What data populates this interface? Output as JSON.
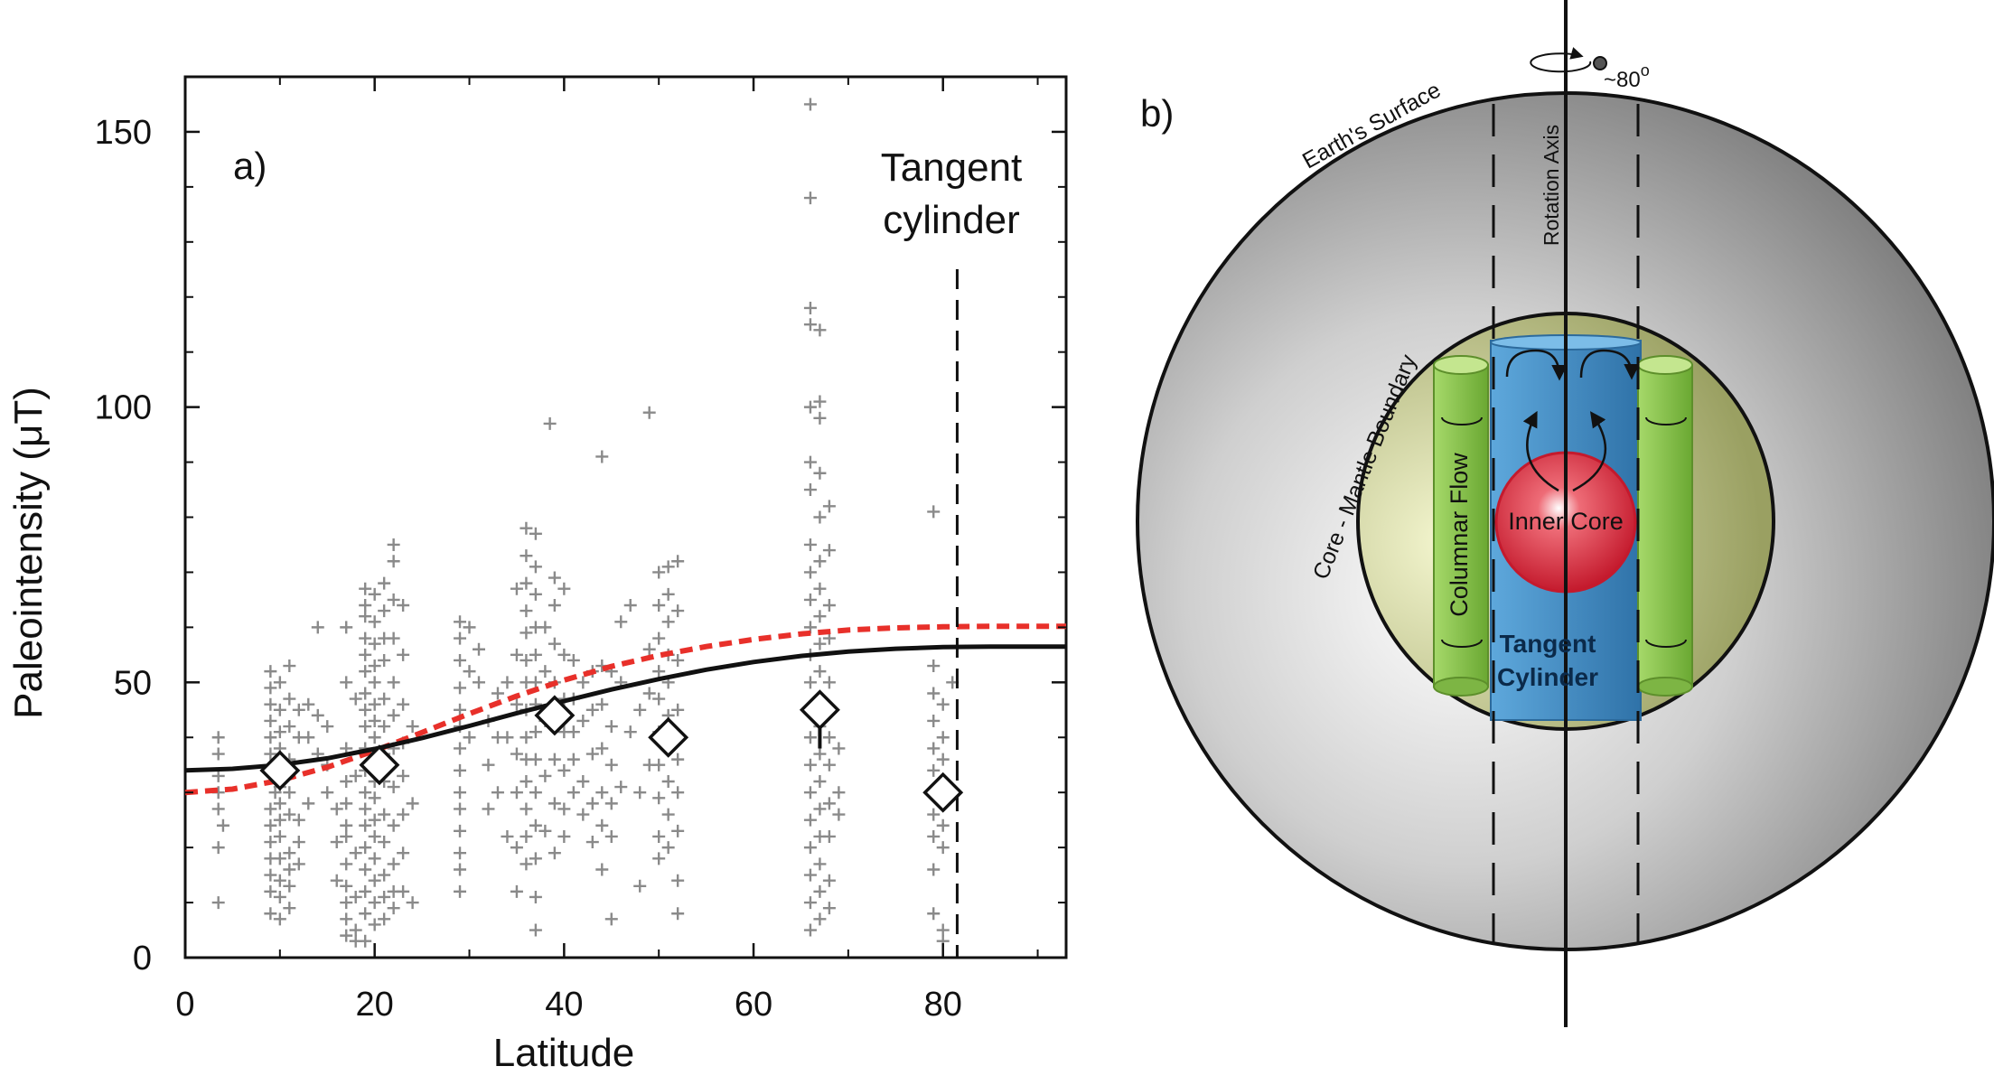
{
  "panel_a": {
    "label": "a)",
    "annotation": [
      "Tangent",
      "cylinder"
    ]
  },
  "panel_b": {
    "label": "b)",
    "labels": {
      "surface": "Earth's Surface",
      "rotation": "Rotation Axis",
      "angle": "~80",
      "angle_sup": "o",
      "cmb": "Core - Mantle Boundary",
      "columnar": "Columnar Flow",
      "inner_core": "Inner Core",
      "tangent": [
        "Tangent",
        "Cylinder"
      ]
    }
  },
  "colors": {
    "scatter": "#8a8a8a",
    "black_curve": "#111111",
    "red_curve": "#e8302a",
    "tangent_cylinder": "#4a9ad4",
    "columnar_flow": "#8fca4b",
    "inner_core": "#e0303f",
    "outer_core": "#c6cc8c"
  },
  "chart_data": {
    "type": "scatter",
    "xlabel": "Latitude",
    "ylabel": "Paleointensity (μT)",
    "xlim": [
      0,
      93
    ],
    "ylim": [
      0,
      160
    ],
    "xticks": [
      0,
      20,
      40,
      60,
      80
    ],
    "yticks": [
      0,
      50,
      100,
      150
    ],
    "grid": false,
    "tangent_cylinder_latitude": 81.5,
    "bin_means": {
      "x": [
        10,
        20.5,
        39,
        51,
        67,
        80
      ],
      "y": [
        34,
        35,
        44,
        40,
        45,
        30
      ],
      "err_low": [
        2,
        2,
        2,
        2,
        7,
        0
      ],
      "err_high": [
        1,
        1,
        1,
        1,
        2,
        0
      ]
    },
    "black_curve": {
      "x": [
        0,
        5,
        10,
        15,
        20,
        25,
        30,
        35,
        40,
        45,
        50,
        55,
        60,
        65,
        70,
        75,
        80,
        85,
        90,
        93
      ],
      "y": [
        34,
        34.3,
        35.0,
        36.2,
        37.9,
        39.9,
        42.1,
        44.4,
        46.6,
        48.7,
        50.6,
        52.3,
        53.7,
        54.8,
        55.6,
        56.1,
        56.4,
        56.5,
        56.5,
        56.5
      ]
    },
    "red_dashed_curve": {
      "x": [
        0,
        5,
        10,
        15,
        20,
        25,
        30,
        35,
        40,
        45,
        50,
        55,
        60,
        65,
        70,
        75,
        80,
        85,
        90,
        93
      ],
      "y": [
        30,
        30.6,
        32.2,
        34.6,
        37.6,
        40.9,
        44.3,
        47.5,
        50.4,
        52.9,
        54.9,
        56.5,
        57.8,
        58.8,
        59.5,
        59.9,
        60.1,
        60.2,
        60.2,
        60.2
      ]
    },
    "scatter_points": [
      [
        3.5,
        40
      ],
      [
        3.5,
        37
      ],
      [
        3.5,
        33
      ],
      [
        3.5,
        30
      ],
      [
        3.5,
        27
      ],
      [
        3.5,
        20
      ],
      [
        3.5,
        10
      ],
      [
        4,
        24
      ],
      [
        9,
        52
      ],
      [
        9,
        49
      ],
      [
        9,
        46
      ],
      [
        9,
        43
      ],
      [
        9,
        40
      ],
      [
        9,
        37
      ],
      [
        9.5,
        33
      ],
      [
        9.5,
        30
      ],
      [
        9,
        27
      ],
      [
        9,
        24
      ],
      [
        9,
        21
      ],
      [
        9,
        18
      ],
      [
        9,
        15
      ],
      [
        9,
        12
      ],
      [
        9,
        8
      ],
      [
        10,
        50
      ],
      [
        10,
        45
      ],
      [
        10,
        41
      ],
      [
        10,
        38
      ],
      [
        10,
        35
      ],
      [
        10,
        31
      ],
      [
        10,
        28
      ],
      [
        10,
        25
      ],
      [
        10,
        22
      ],
      [
        10,
        18
      ],
      [
        10,
        14
      ],
      [
        10,
        11
      ],
      [
        10,
        7
      ],
      [
        11,
        53
      ],
      [
        11,
        47
      ],
      [
        11,
        42
      ],
      [
        11,
        36
      ],
      [
        11,
        30
      ],
      [
        11,
        26
      ],
      [
        11,
        19
      ],
      [
        11,
        16
      ],
      [
        11,
        13
      ],
      [
        11,
        9
      ],
      [
        12,
        45
      ],
      [
        12,
        40
      ],
      [
        12,
        25
      ],
      [
        12,
        21
      ],
      [
        12,
        17
      ],
      [
        13,
        46
      ],
      [
        13,
        40
      ],
      [
        13,
        28
      ],
      [
        14,
        60
      ],
      [
        14,
        44
      ],
      [
        14,
        37
      ],
      [
        15,
        42
      ],
      [
        15,
        35
      ],
      [
        15,
        30
      ],
      [
        16,
        27
      ],
      [
        16,
        21
      ],
      [
        16,
        14
      ],
      [
        17,
        60
      ],
      [
        17,
        50
      ],
      [
        17,
        38
      ],
      [
        17,
        32
      ],
      [
        17,
        28
      ],
      [
        17,
        24
      ],
      [
        17,
        22
      ],
      [
        17,
        17
      ],
      [
        17,
        13
      ],
      [
        17,
        10
      ],
      [
        17,
        7
      ],
      [
        17,
        4
      ],
      [
        18,
        47
      ],
      [
        18,
        33
      ],
      [
        18,
        19
      ],
      [
        18,
        11
      ],
      [
        18,
        5
      ],
      [
        18,
        3
      ],
      [
        19,
        67
      ],
      [
        19,
        64
      ],
      [
        19,
        62
      ],
      [
        19,
        58
      ],
      [
        19,
        55
      ],
      [
        19,
        52
      ],
      [
        19,
        48
      ],
      [
        19,
        45
      ],
      [
        19,
        42
      ],
      [
        19,
        38
      ],
      [
        19,
        34
      ],
      [
        19,
        30
      ],
      [
        19,
        27
      ],
      [
        19,
        24
      ],
      [
        19,
        20
      ],
      [
        19,
        16
      ],
      [
        19,
        12
      ],
      [
        19,
        8
      ],
      [
        19,
        3
      ],
      [
        20,
        66
      ],
      [
        20,
        61
      ],
      [
        20,
        57
      ],
      [
        20,
        53
      ],
      [
        20,
        50
      ],
      [
        20,
        46
      ],
      [
        20,
        43
      ],
      [
        20,
        40
      ],
      [
        20,
        36
      ],
      [
        20,
        32
      ],
      [
        20,
        29
      ],
      [
        20,
        25
      ],
      [
        20,
        22
      ],
      [
        20,
        18
      ],
      [
        20,
        14
      ],
      [
        20,
        10
      ],
      [
        20,
        6
      ],
      [
        21,
        68
      ],
      [
        21,
        63
      ],
      [
        21,
        58
      ],
      [
        21,
        54
      ],
      [
        21,
        47
      ],
      [
        21,
        42
      ],
      [
        21,
        37
      ],
      [
        21,
        32
      ],
      [
        21,
        26
      ],
      [
        21,
        21
      ],
      [
        21,
        15
      ],
      [
        21,
        11
      ],
      [
        21,
        7
      ],
      [
        22,
        75
      ],
      [
        22,
        72
      ],
      [
        22,
        65
      ],
      [
        22,
        58
      ],
      [
        22,
        50
      ],
      [
        22,
        44
      ],
      [
        22,
        38
      ],
      [
        22,
        31
      ],
      [
        22,
        24
      ],
      [
        22,
        17
      ],
      [
        22,
        12
      ],
      [
        22,
        9
      ],
      [
        23,
        64
      ],
      [
        23,
        55
      ],
      [
        23,
        46
      ],
      [
        23,
        39
      ],
      [
        23,
        33
      ],
      [
        23,
        26
      ],
      [
        23,
        19
      ],
      [
        23,
        12
      ],
      [
        24,
        42
      ],
      [
        24,
        28
      ],
      [
        24,
        10
      ],
      [
        29,
        61
      ],
      [
        29,
        58
      ],
      [
        29,
        54
      ],
      [
        29,
        49
      ],
      [
        29,
        45
      ],
      [
        29,
        42
      ],
      [
        29,
        38
      ],
      [
        29,
        34
      ],
      [
        29,
        30
      ],
      [
        29,
        27
      ],
      [
        29,
        23
      ],
      [
        29,
        19
      ],
      [
        29,
        16
      ],
      [
        29,
        12
      ],
      [
        30,
        60
      ],
      [
        30,
        52
      ],
      [
        30,
        40
      ],
      [
        31,
        56
      ],
      [
        31,
        50
      ],
      [
        32,
        43
      ],
      [
        32,
        35
      ],
      [
        32,
        27
      ],
      [
        33,
        48
      ],
      [
        33,
        40
      ],
      [
        33,
        30
      ],
      [
        34,
        50
      ],
      [
        34,
        40
      ],
      [
        34,
        22
      ],
      [
        35,
        67
      ],
      [
        35,
        55
      ],
      [
        35,
        46
      ],
      [
        35,
        37
      ],
      [
        35,
        30
      ],
      [
        35,
        20
      ],
      [
        35,
        12
      ],
      [
        36,
        78
      ],
      [
        36,
        73
      ],
      [
        36,
        68
      ],
      [
        36,
        63
      ],
      [
        36,
        59
      ],
      [
        36,
        54
      ],
      [
        36,
        50
      ],
      [
        36,
        45
      ],
      [
        36,
        40
      ],
      [
        36,
        36
      ],
      [
        36,
        32
      ],
      [
        36,
        27
      ],
      [
        36,
        22
      ],
      [
        36,
        17
      ],
      [
        37,
        77
      ],
      [
        37,
        71
      ],
      [
        37,
        66
      ],
      [
        37,
        60
      ],
      [
        37,
        55
      ],
      [
        37,
        50
      ],
      [
        37,
        46
      ],
      [
        37,
        41
      ],
      [
        37,
        36
      ],
      [
        37,
        30
      ],
      [
        37,
        24
      ],
      [
        37,
        18
      ],
      [
        37,
        11
      ],
      [
        37,
        5
      ],
      [
        38,
        60
      ],
      [
        38,
        52
      ],
      [
        38,
        43
      ],
      [
        38,
        33
      ],
      [
        38,
        23
      ],
      [
        38.5,
        97
      ],
      [
        39,
        69
      ],
      [
        39,
        64
      ],
      [
        39,
        57
      ],
      [
        39,
        50
      ],
      [
        39,
        43
      ],
      [
        39,
        36
      ],
      [
        39,
        28
      ],
      [
        39,
        19
      ],
      [
        40,
        67
      ],
      [
        40,
        55
      ],
      [
        40,
        47
      ],
      [
        40,
        41
      ],
      [
        40,
        34
      ],
      [
        40,
        27
      ],
      [
        40,
        22
      ],
      [
        41,
        54
      ],
      [
        41,
        47
      ],
      [
        41,
        41
      ],
      [
        41,
        36
      ],
      [
        41,
        30
      ],
      [
        42,
        50
      ],
      [
        42,
        43
      ],
      [
        42,
        32
      ],
      [
        42,
        26
      ],
      [
        43,
        52
      ],
      [
        43,
        45
      ],
      [
        43,
        37
      ],
      [
        43,
        28
      ],
      [
        43,
        21
      ],
      [
        44,
        53
      ],
      [
        44,
        46
      ],
      [
        44,
        38
      ],
      [
        44,
        30
      ],
      [
        44,
        24
      ],
      [
        44,
        16
      ],
      [
        44,
        91
      ],
      [
        45,
        52
      ],
      [
        45,
        42
      ],
      [
        45,
        35
      ],
      [
        45,
        28
      ],
      [
        45,
        22
      ],
      [
        45,
        7
      ],
      [
        46,
        61
      ],
      [
        46,
        50
      ],
      [
        46,
        31
      ],
      [
        47,
        64
      ],
      [
        47,
        41
      ],
      [
        48,
        45
      ],
      [
        48,
        30
      ],
      [
        48,
        13
      ],
      [
        49,
        99
      ],
      [
        49,
        56
      ],
      [
        49,
        48
      ],
      [
        49,
        35
      ],
      [
        50,
        70
      ],
      [
        50,
        64
      ],
      [
        50,
        58
      ],
      [
        50,
        52
      ],
      [
        50,
        47
      ],
      [
        50,
        41
      ],
      [
        50,
        35
      ],
      [
        50,
        29
      ],
      [
        50,
        22
      ],
      [
        50,
        18
      ],
      [
        51,
        71
      ],
      [
        51,
        66
      ],
      [
        51,
        61
      ],
      [
        51,
        55
      ],
      [
        51,
        50
      ],
      [
        51,
        44
      ],
      [
        51,
        38
      ],
      [
        51,
        32
      ],
      [
        51,
        26
      ],
      [
        51,
        20
      ],
      [
        52,
        72
      ],
      [
        52,
        63
      ],
      [
        52,
        54
      ],
      [
        52,
        45
      ],
      [
        52,
        36
      ],
      [
        52,
        30
      ],
      [
        52,
        23
      ],
      [
        52,
        14
      ],
      [
        52,
        8
      ],
      [
        66,
        155
      ],
      [
        66,
        138
      ],
      [
        66,
        118
      ],
      [
        66,
        115
      ],
      [
        66,
        100
      ],
      [
        66,
        90
      ],
      [
        66,
        85
      ],
      [
        66,
        75
      ],
      [
        66,
        70
      ],
      [
        66,
        65
      ],
      [
        66,
        60
      ],
      [
        66,
        55
      ],
      [
        66,
        50
      ],
      [
        66,
        45
      ],
      [
        66,
        40
      ],
      [
        66,
        35
      ],
      [
        66,
        30
      ],
      [
        66,
        25
      ],
      [
        66,
        20
      ],
      [
        66,
        15
      ],
      [
        66,
        10
      ],
      [
        66,
        5
      ],
      [
        67,
        114
      ],
      [
        67,
        101
      ],
      [
        67,
        98
      ],
      [
        67,
        88
      ],
      [
        67,
        80
      ],
      [
        67,
        72
      ],
      [
        67,
        67
      ],
      [
        67,
        62
      ],
      [
        67,
        57
      ],
      [
        67,
        52
      ],
      [
        67,
        47
      ],
      [
        67,
        42
      ],
      [
        67,
        37
      ],
      [
        67,
        32
      ],
      [
        67,
        27
      ],
      [
        67,
        22
      ],
      [
        67,
        17
      ],
      [
        67,
        12
      ],
      [
        67,
        7
      ],
      [
        68,
        82
      ],
      [
        68,
        74
      ],
      [
        68,
        64
      ],
      [
        68,
        58
      ],
      [
        68,
        50
      ],
      [
        68,
        40
      ],
      [
        68,
        35
      ],
      [
        68,
        28
      ],
      [
        68,
        22
      ],
      [
        68,
        14
      ],
      [
        68,
        9
      ],
      [
        69,
        38
      ],
      [
        69,
        30
      ],
      [
        69,
        26
      ],
      [
        79,
        81
      ],
      [
        79,
        53
      ],
      [
        79,
        48
      ],
      [
        79,
        43
      ],
      [
        79,
        38
      ],
      [
        79,
        34
      ],
      [
        79,
        30
      ],
      [
        79,
        26
      ],
      [
        79,
        22
      ],
      [
        79,
        16
      ],
      [
        79,
        8
      ],
      [
        80,
        46
      ],
      [
        80,
        40
      ],
      [
        80,
        36
      ],
      [
        80,
        32
      ],
      [
        80,
        28
      ],
      [
        80,
        24
      ],
      [
        80,
        20
      ],
      [
        80,
        5
      ],
      [
        80,
        3
      ],
      [
        81,
        50
      ],
      [
        81,
        30
      ]
    ]
  }
}
